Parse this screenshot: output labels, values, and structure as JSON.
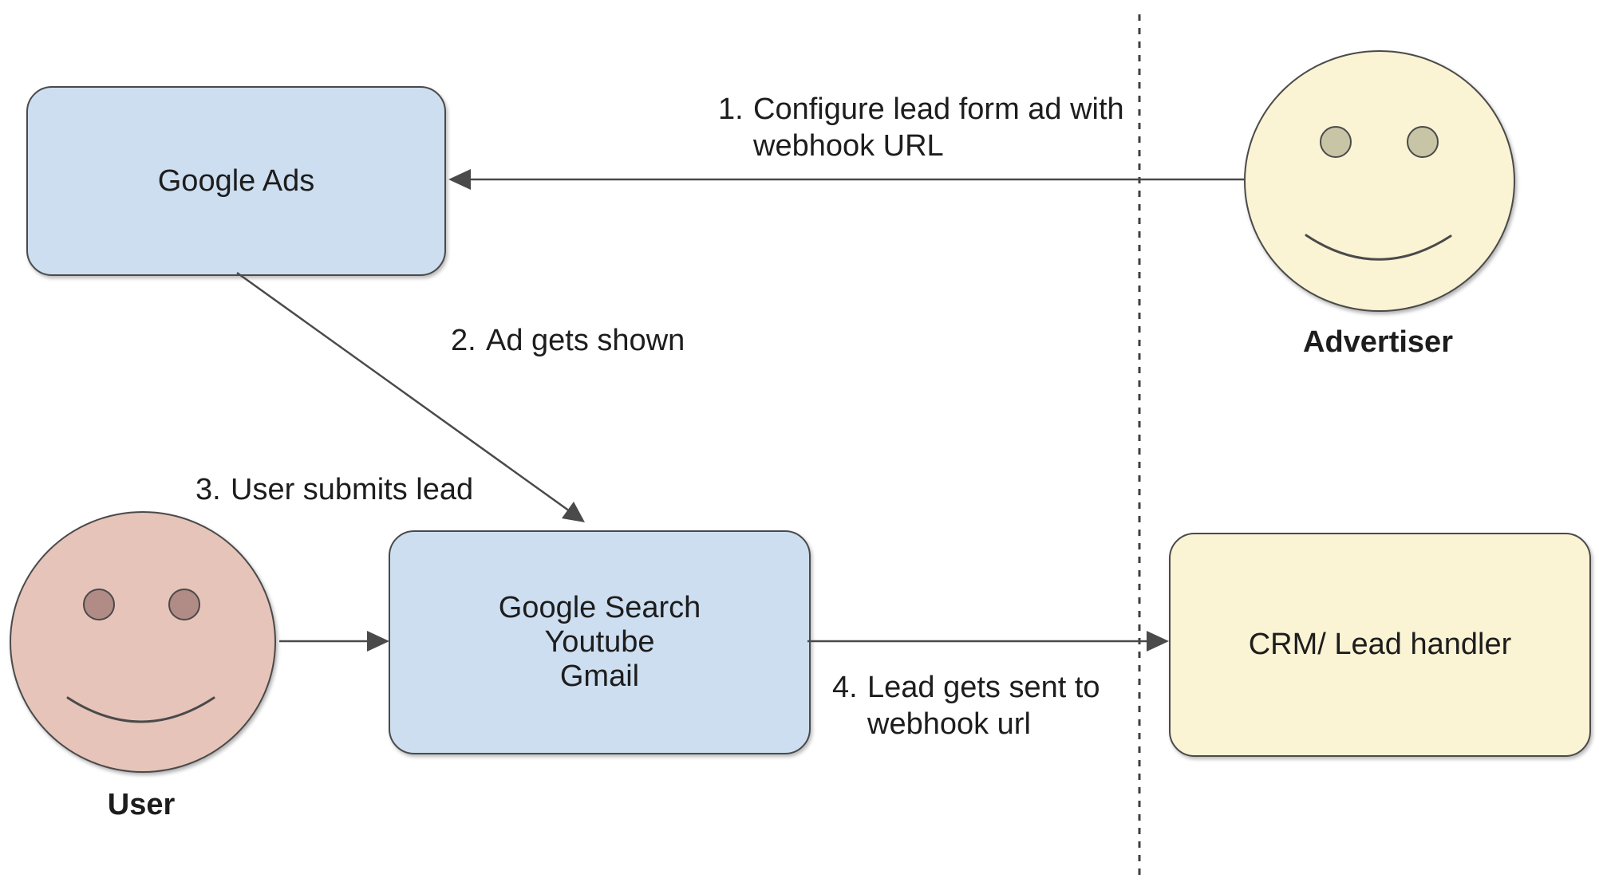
{
  "nodes": {
    "google_ads": {
      "label": "Google Ads"
    },
    "google_surfaces": {
      "line1": "Google Search",
      "line2": "Youtube",
      "line3": "Gmail"
    },
    "crm": {
      "label": "CRM/ Lead handler"
    }
  },
  "actors": {
    "advertiser": {
      "label": "Advertiser"
    },
    "user": {
      "label": "User"
    }
  },
  "steps": [
    {
      "number": "1.",
      "line1": "Configure lead form ad with",
      "line2": "webhook URL"
    },
    {
      "number": "2.",
      "line1": "Ad gets shown",
      "line2": ""
    },
    {
      "number": "3.",
      "line1": "User submits lead",
      "line2": ""
    },
    {
      "number": "4.",
      "line1": "Lead gets sent to",
      "line2": "webhook url"
    }
  ],
  "colors": {
    "node_blue": "#cddef0",
    "node_yellow": "#faf3d4",
    "user_face": "#e6c4ba",
    "user_eye": "#b18b85",
    "advertiser_eye": "#c8c4a6",
    "stroke": "#4a4a4a",
    "text": "#1d1d1d"
  }
}
